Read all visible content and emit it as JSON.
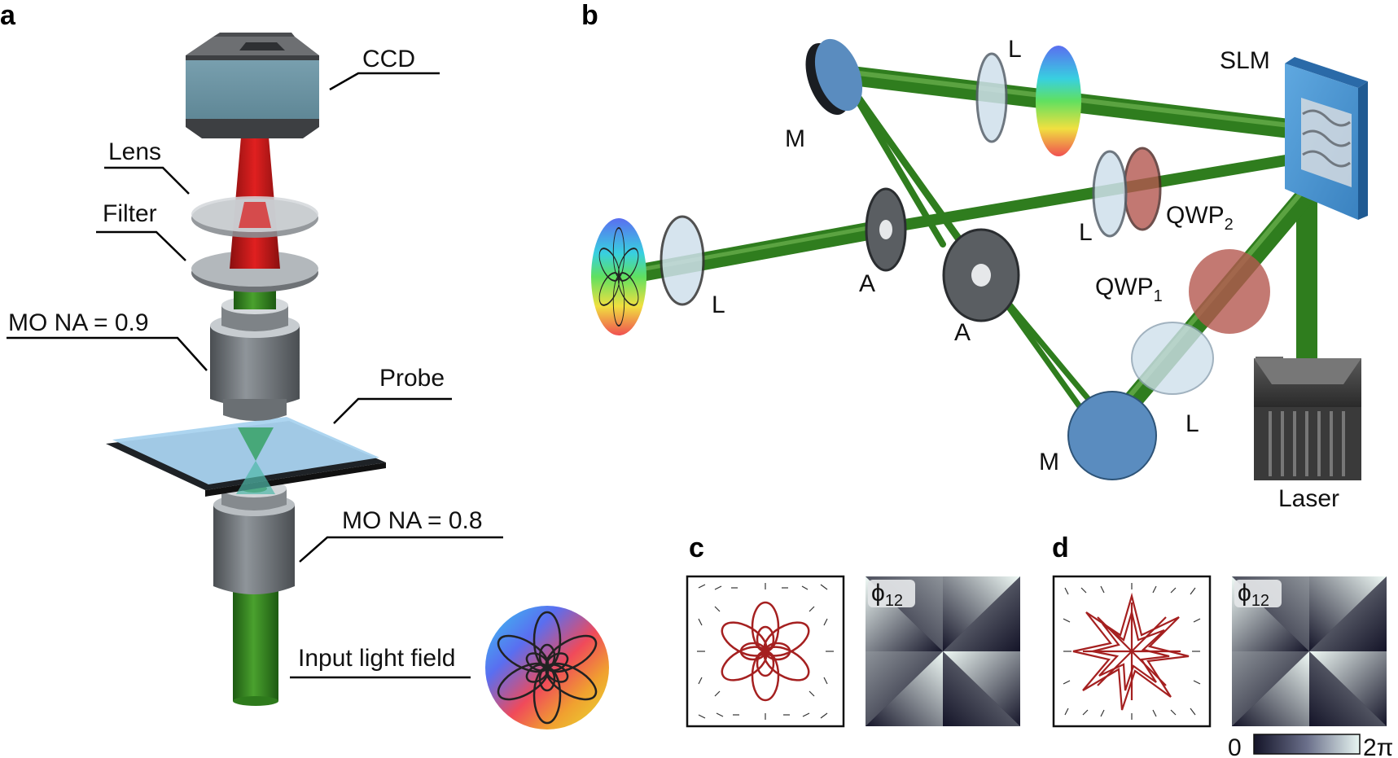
{
  "panels": {
    "a": "a",
    "b": "b",
    "c": "c",
    "d": "d"
  },
  "panel_a": {
    "ccd": "CCD",
    "lens": "Lens",
    "filter": "Filter",
    "mo_top": "MO NA = 0.9",
    "probe": "Probe",
    "mo_bottom": "MO NA = 0.8",
    "input": "Input light field"
  },
  "panel_b": {
    "slm": "SLM",
    "laser": "Laser",
    "mirror_top": "M",
    "mirror_bottom": "M",
    "lens_top": "L",
    "lens_mid": "L",
    "lens_left": "L",
    "lens_bottom": "L",
    "aperture_1": "A",
    "aperture_2": "A",
    "qwp2": "QWP",
    "qwp2_sub": "2",
    "qwp1": "QWP",
    "qwp1_sub": "1"
  },
  "panel_c": {
    "phase_label": "ϕ",
    "phase_sub": "12"
  },
  "panel_d": {
    "phase_label": "ϕ",
    "phase_sub": "12"
  },
  "colorbar": {
    "min": "0",
    "max": "2π"
  }
}
